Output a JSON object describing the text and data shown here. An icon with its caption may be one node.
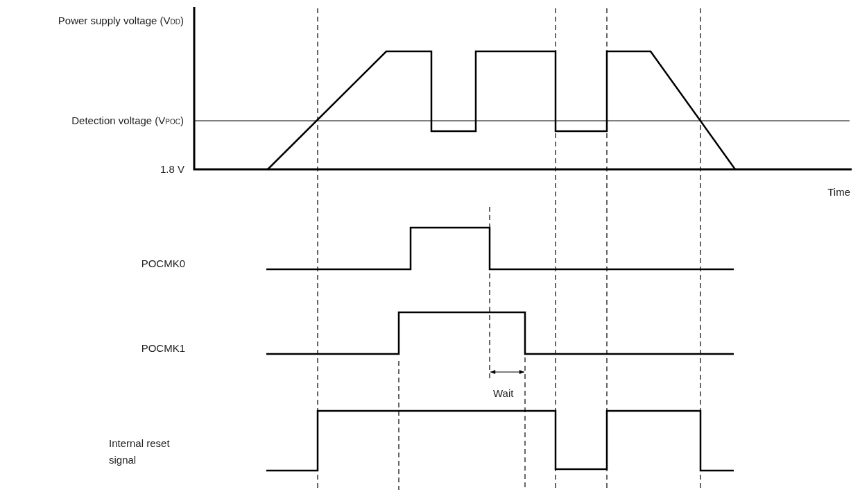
{
  "diagram": {
    "labels": [
      "Power supply voltage (V$_{DD}$)",
      "Detection voltage (V$_{POC}$)",
      "1.8 V",
      "Time",
      "POCMK0",
      "POCMK1",
      "Wait",
      "Internal reset signal"
    ]
  }
}
